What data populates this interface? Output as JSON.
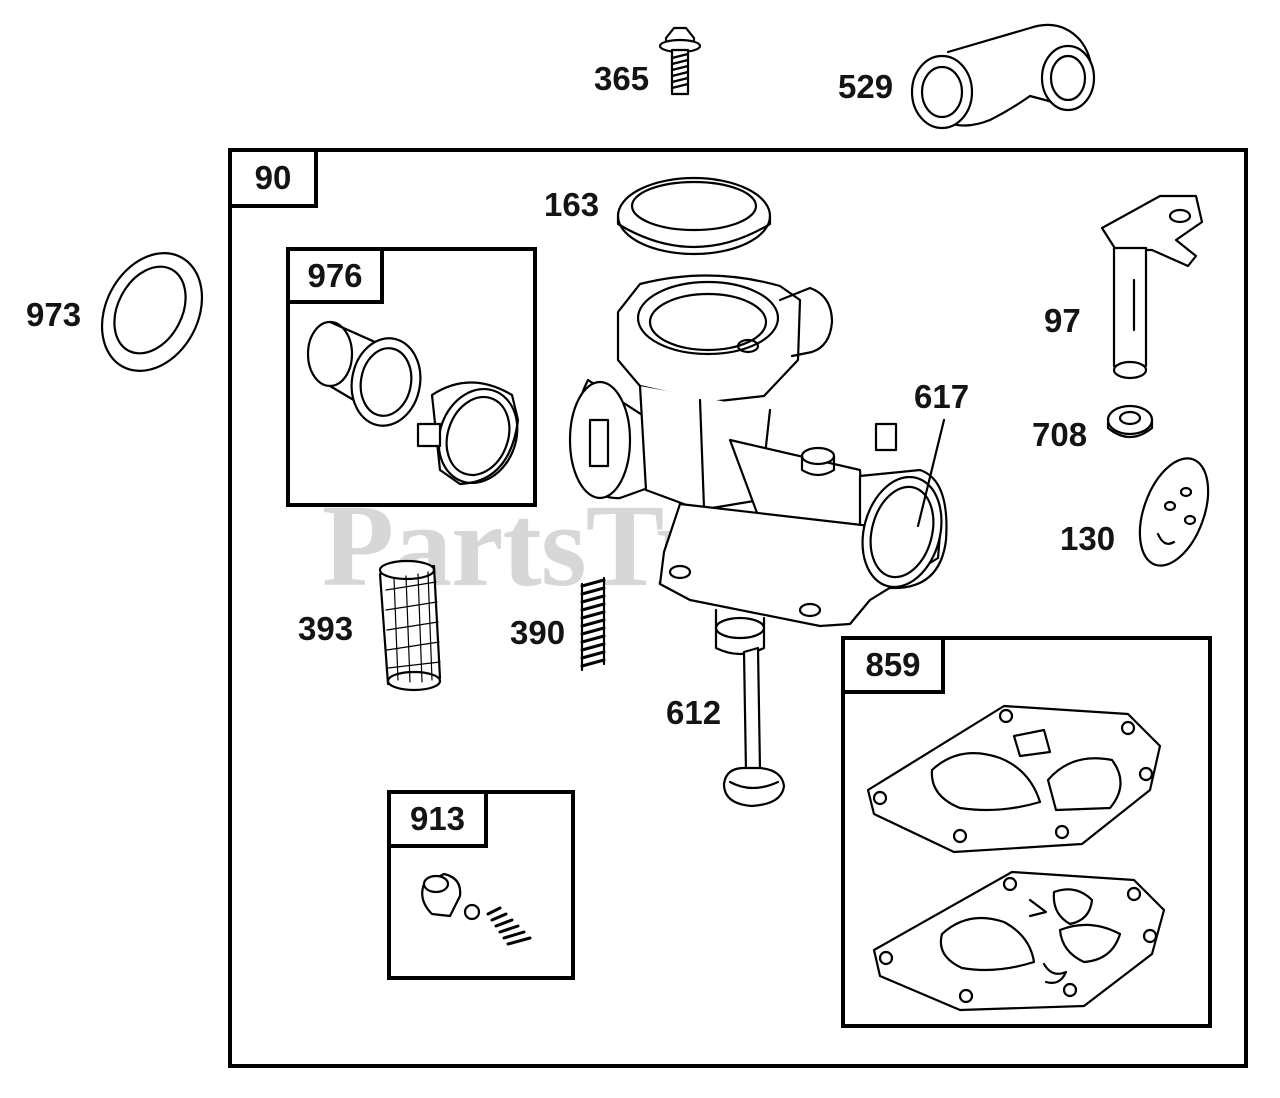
{
  "diagram": {
    "watermark": "PartsTree",
    "main_frame_label": "90",
    "groups": {
      "g976": "976",
      "g859": "859",
      "g913": "913"
    },
    "parts": {
      "p365": "365",
      "p529": "529",
      "p163": "163",
      "p973": "973",
      "p97": "97",
      "p617": "617",
      "p708": "708",
      "p130": "130",
      "p393": "393",
      "p390": "390",
      "p612": "612"
    }
  }
}
